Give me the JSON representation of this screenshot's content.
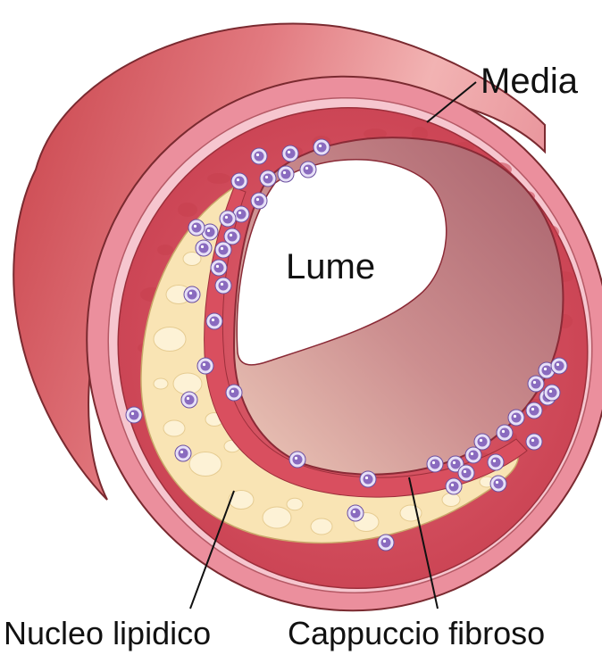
{
  "labels": {
    "media": "Media",
    "lumen": "Lume",
    "lipid_core": "Nucleo lipidico",
    "fibrous_cap": "Cappuccio fibroso"
  },
  "colors": {
    "outer_tube_dark": "#c9424a",
    "outer_tube_light": "#f2b3b3",
    "media_pink": "#eb8f9d",
    "media_edge": "#f6c6cf",
    "intima_red": "#d6505e",
    "intima_mottle": "#c63f4f",
    "lipid_core": "#f9e4b4",
    "lipid_bubble": "#fdf2d6",
    "lumen_inner_shade": "#b8717a",
    "lumen_floor": "#e9bfb0",
    "cell_fill": "#8a6bbf",
    "cell_ring": "#e7e0f7",
    "cell_nucleus": "#ffffff"
  }
}
